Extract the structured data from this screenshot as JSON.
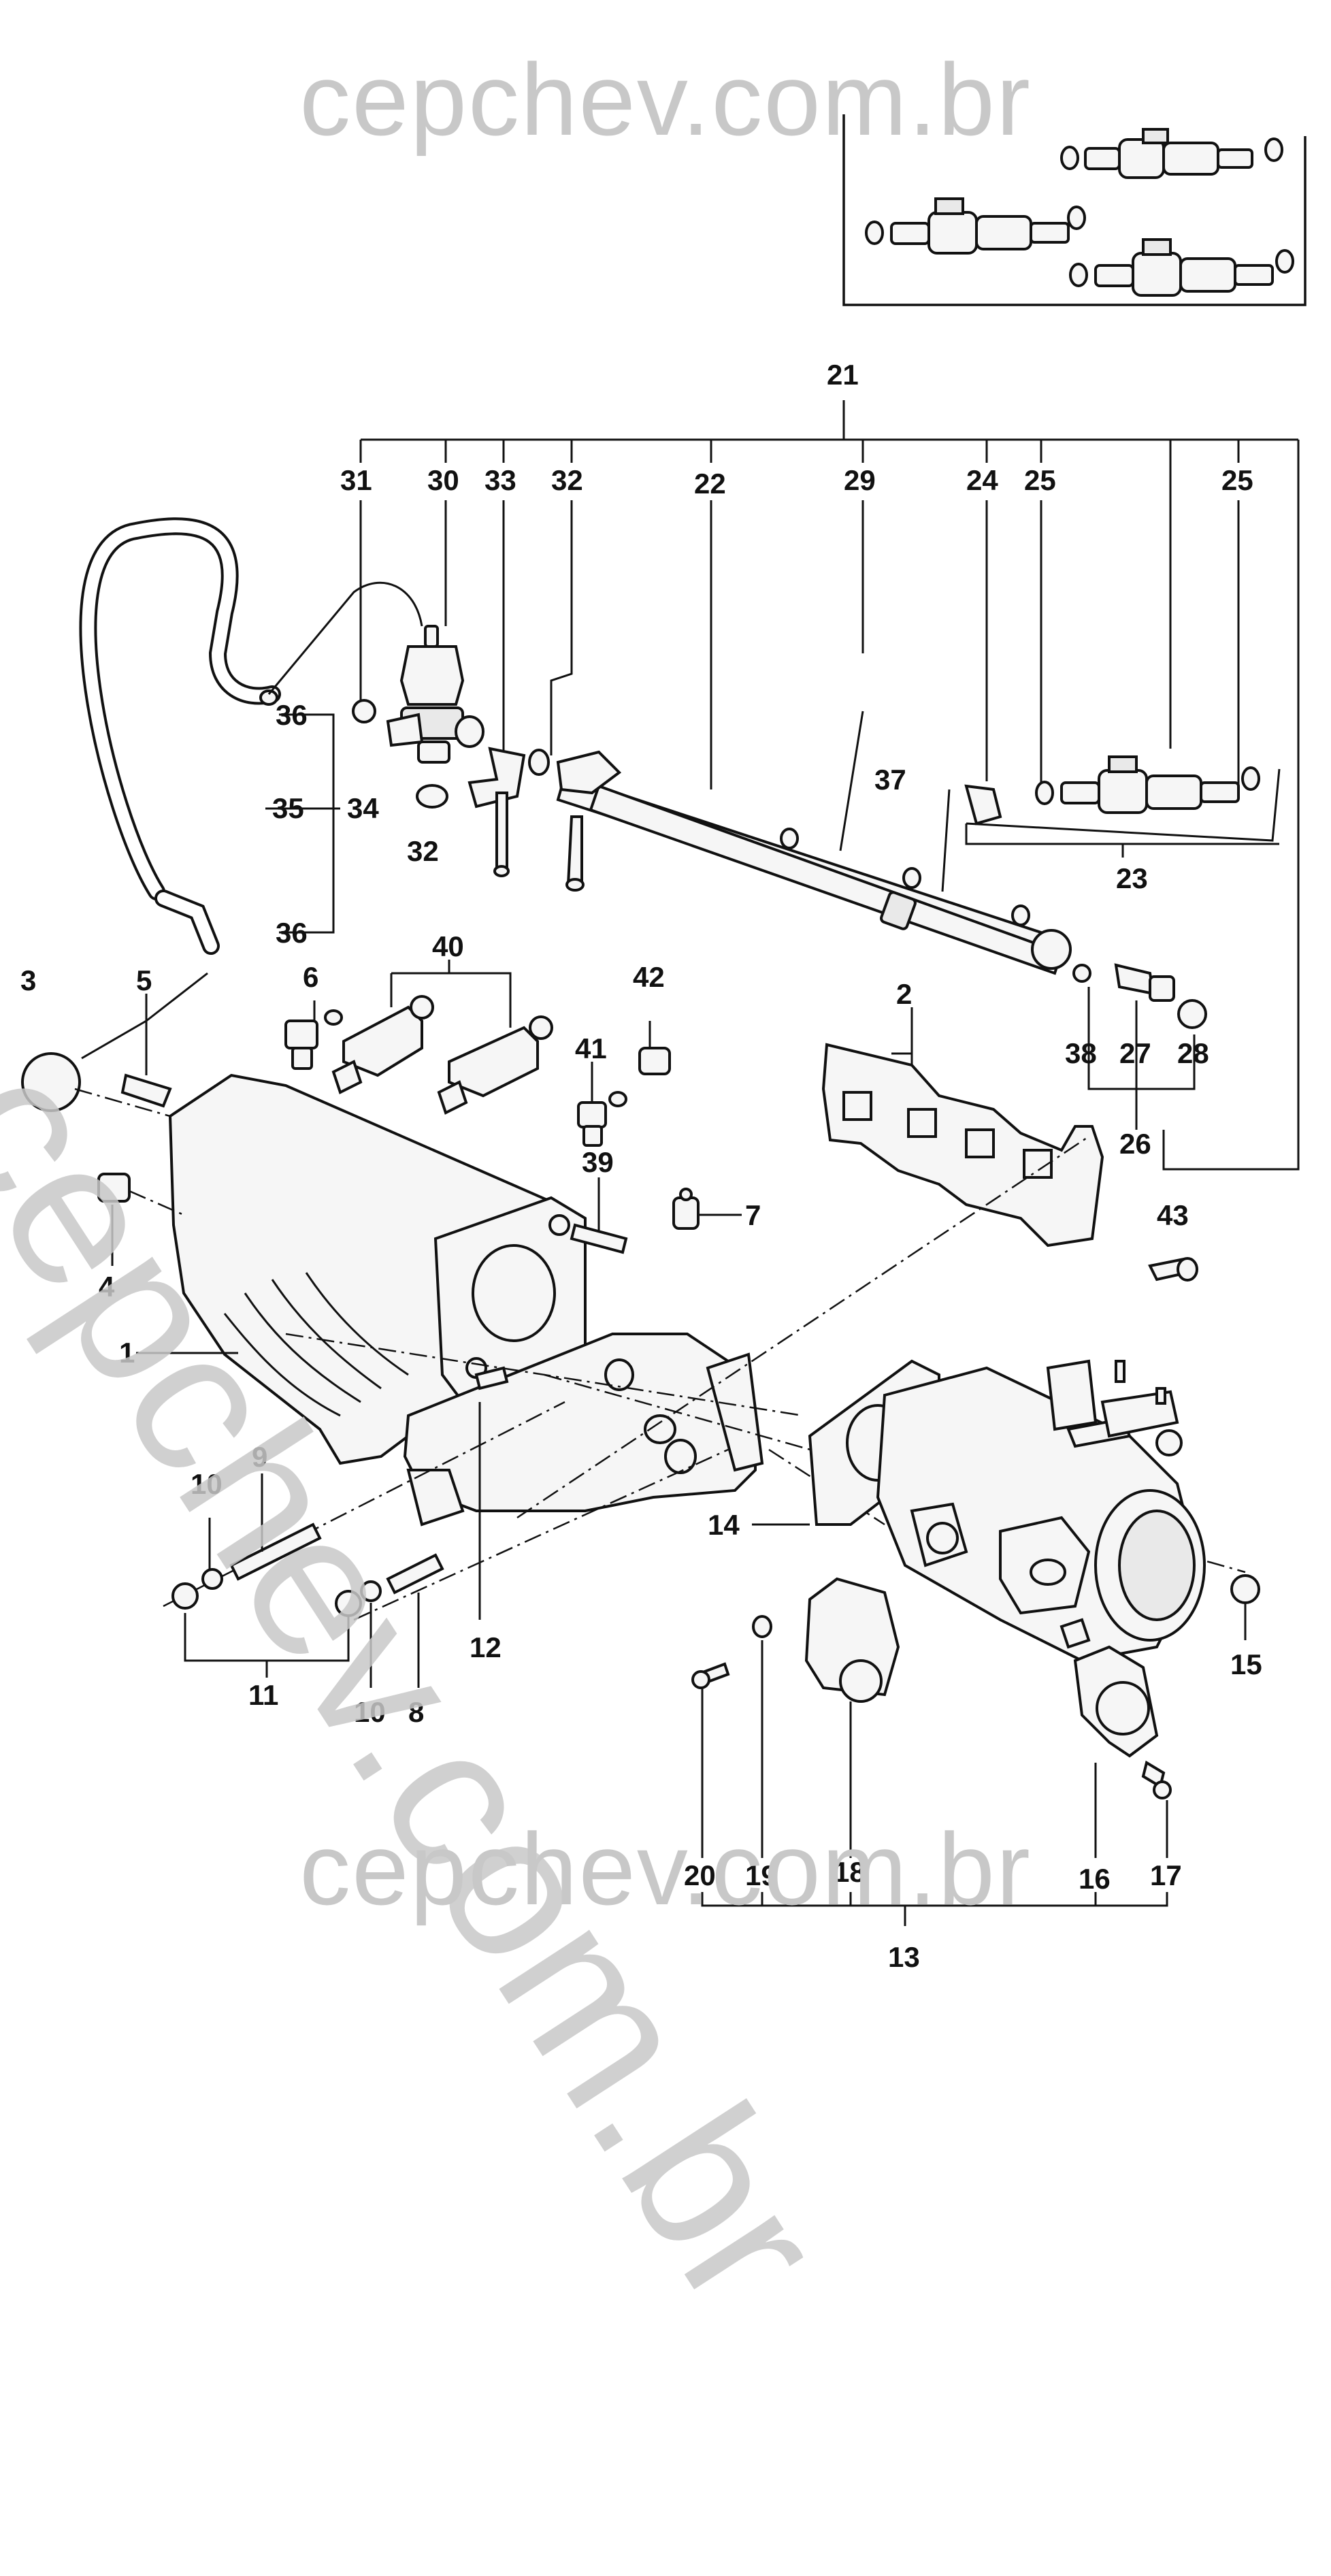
{
  "watermark": {
    "top": "cepchev.com.br",
    "bottom": "cepchev.com.br",
    "diagonal": "cepchev.com.br"
  },
  "labels": [
    {
      "id": "label-1",
      "text": "1"
    },
    {
      "id": "label-2",
      "text": "2"
    },
    {
      "id": "label-3",
      "text": "3"
    },
    {
      "id": "label-4",
      "text": "4"
    },
    {
      "id": "label-5",
      "text": "5"
    },
    {
      "id": "label-6",
      "text": "6"
    },
    {
      "id": "label-7",
      "text": "7"
    },
    {
      "id": "label-8",
      "text": "8"
    },
    {
      "id": "label-9",
      "text": "9"
    },
    {
      "id": "label-10a",
      "text": "10"
    },
    {
      "id": "label-10b",
      "text": "10"
    },
    {
      "id": "label-11",
      "text": "11"
    },
    {
      "id": "label-12",
      "text": "12"
    },
    {
      "id": "label-13",
      "text": "13"
    },
    {
      "id": "label-14",
      "text": "14"
    },
    {
      "id": "label-15",
      "text": "15"
    },
    {
      "id": "label-16",
      "text": "16"
    },
    {
      "id": "label-17",
      "text": "17"
    },
    {
      "id": "label-18",
      "text": "18"
    },
    {
      "id": "label-19",
      "text": "19"
    },
    {
      "id": "label-20",
      "text": "20"
    },
    {
      "id": "label-21",
      "text": "21"
    },
    {
      "id": "label-22",
      "text": "22"
    },
    {
      "id": "label-23",
      "text": "23"
    },
    {
      "id": "label-24",
      "text": "24"
    },
    {
      "id": "label-25a",
      "text": "25"
    },
    {
      "id": "label-25b",
      "text": "25"
    },
    {
      "id": "label-26",
      "text": "26"
    },
    {
      "id": "label-27",
      "text": "27"
    },
    {
      "id": "label-28",
      "text": "28"
    },
    {
      "id": "label-29",
      "text": "29"
    },
    {
      "id": "label-30",
      "text": "30"
    },
    {
      "id": "label-31",
      "text": "31"
    },
    {
      "id": "label-32a",
      "text": "32"
    },
    {
      "id": "label-32b",
      "text": "32"
    },
    {
      "id": "label-33",
      "text": "33"
    },
    {
      "id": "label-34",
      "text": "34"
    },
    {
      "id": "label-35",
      "text": "35"
    },
    {
      "id": "label-36a",
      "text": "36"
    },
    {
      "id": "label-36b",
      "text": "36"
    },
    {
      "id": "label-37",
      "text": "37"
    },
    {
      "id": "label-38",
      "text": "38"
    },
    {
      "id": "label-39",
      "text": "39"
    },
    {
      "id": "label-40",
      "text": "40"
    },
    {
      "id": "label-41",
      "text": "41"
    },
    {
      "id": "label-42",
      "text": "42"
    },
    {
      "id": "label-43",
      "text": "43"
    }
  ]
}
